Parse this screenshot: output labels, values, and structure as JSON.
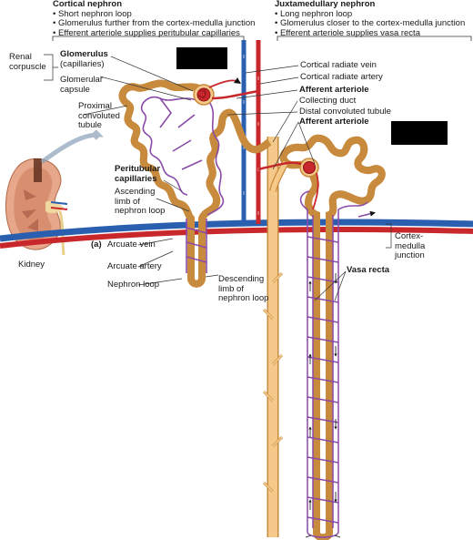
{
  "cortical": {
    "title": "Cortical nephron",
    "bullets": [
      "• Short nephron loop",
      "• Glomerulus further from the cortex-medulla junction",
      "• Efferent arteriole supplies peritubular capillaries"
    ]
  },
  "juxtamedullary": {
    "title": "Juxtamedullary nephron",
    "bullets": [
      "• Long nephron loop",
      "• Glomerulus closer to the cortex-medulla junction",
      "• Efferent arteriole supplies vasa recta"
    ]
  },
  "labels": {
    "renal_corpuscle_1": "Renal",
    "renal_corpuscle_2": "corpuscle",
    "glomerulus": "Glomerulus",
    "capillaries": "(capillaries)",
    "glomerular_1": "Glomerular",
    "glomerular_2": "capsule",
    "pct_1": "Proximal",
    "pct_2": "convoluted",
    "pct_3": "tubule",
    "kidney": "Kidney",
    "peritubular_1": "Peritubular",
    "peritubular_2": "capillaries",
    "ascending_1": "Ascending",
    "ascending_2": "limb of",
    "ascending_3": "nephron loop",
    "panel": "(a)",
    "arcuate_vein": "Arcuate vein",
    "arcuate_artery": "Arcuate artery",
    "nephron_loop": "Nephron loop",
    "descending_1": "Descending",
    "descending_2": "limb of",
    "descending_3": "nephron loop",
    "cortical_vein": "Cortical radiate vein",
    "cortical_artery": "Cortical radiate artery",
    "afferent_1": "Afferent arteriole",
    "collecting_duct": "Collecting duct",
    "dct": "Distal convoluted tubule",
    "afferent_2": "Afferent arteriole",
    "cm_1": "Cortex-",
    "cm_2": "medulla",
    "cm_3": "junction",
    "vasa_recta": "Vasa recta"
  },
  "colors": {
    "tubule": "#f5c98a",
    "tubule_edge": "#c88a3c",
    "artery": "#c8282c",
    "vein": "#2a5fb0",
    "capillary": "#8a4aa8",
    "leader": "#333333",
    "redaction": "#000000"
  }
}
